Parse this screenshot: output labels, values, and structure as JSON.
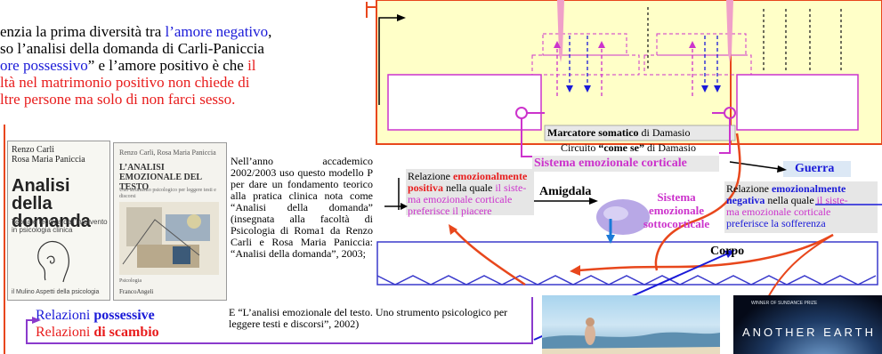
{
  "intro": {
    "part1": "enzia la prima diversità tra ",
    "link1": "l’amore negativo",
    "part2": ",",
    "line2": "so l’analisi della domanda di Carli-Paniccia",
    "quote1": "ore possessivo",
    "part3": "” e l’amore positivo è che ",
    "red1": "il",
    "red2": "ltà nel matrimonio positivo non chiede di",
    "red3": "ltre persone ma solo di non farci sesso."
  },
  "book1": {
    "authors": "Renzo Carli\nRosa Maria Paniccia",
    "title": "Analisi della domanda",
    "subtitle": "Teoria e tecnica dell’intervento in psicologia clinica",
    "publisher": "il Mulino  Aspetti della psicologia"
  },
  "book2": {
    "authors": "Renzo Carli, Rosa Maria Paniccia",
    "title": "L’ANALISI EMOZIONALE DEL TESTO",
    "subtitle": "Uno strumento psicologico per leggere testi e discorsi",
    "series": "Psicologia",
    "publisher": "FrancoAngeli"
  },
  "description": {
    "main": "Nell’anno accademico 2002/2003 uso questo modello P per dare un fondamento teorico alla pratica clinica nota come “Analisi della domanda” (insegnata alla facoltà di Psicologia di Roma1 da Renzo Carli e Rosa Maria Paniccia: “Analisi della domanda”, 2003;",
    "second": "E “L’analisi emozionale del testo. Uno strumento psicologico per leggere testi e discorsi”, 2002)"
  },
  "relations": {
    "possessive_prefix": "Relazioni ",
    "possessive_bold": "possessive",
    "exchange_prefix": "Relazioni ",
    "exchange_bold": "di scambio"
  },
  "diagram": {
    "marker_bold": "Marcatore somatico",
    "marker_rest": " di Damasio",
    "circuit_prefix": "Circuito ",
    "circuit_bold": "“come se”",
    "circuit_rest": " di Damasio",
    "cortical_system": "Sistema emozionale corticale",
    "war": "Guerra",
    "positive_prefix": "Relazione ",
    "positive_bold1": "emozionalmente",
    "positive_bold2": "positiva",
    "positive_mid": " nella quale ",
    "positive_magenta": "il siste-",
    "positive_magenta2": "ma emozionale corticale",
    "positive_magenta3": "preferisce il piacere",
    "amigdala": "Amigdala",
    "subcortical1": "Sistema",
    "subcortical2": "emozionale",
    "subcortical3": "sottocorticale",
    "negative_prefix": "Relazione ",
    "negative_bold1": "emozionalmente",
    "negative_bold2": "negativa",
    "negative_mid": " nella quale ",
    "negative_magenta": "il siste-",
    "negative_magenta2": "ma emozionale corticale",
    "negative_magenta3": "preferisce la sofferenza",
    "body": "Corpo"
  },
  "stills": {
    "right_title": "ANOTHER EARTH",
    "right_caption": "WINNER OF SUNDANCE PRIZE"
  },
  "colors": {
    "panel_bg": "#ffffc8",
    "frame_red": "#e8471c",
    "magenta": "#cc33cc",
    "pink": "#f0a0c8",
    "blue": "#1a1ad8",
    "body_box": "#3a3acc",
    "info_box": "#e6e6e6",
    "cortical_box": "#e8e8e8",
    "war_box": "#dce8f5",
    "subcortical_blob": "#b8a8e6"
  }
}
